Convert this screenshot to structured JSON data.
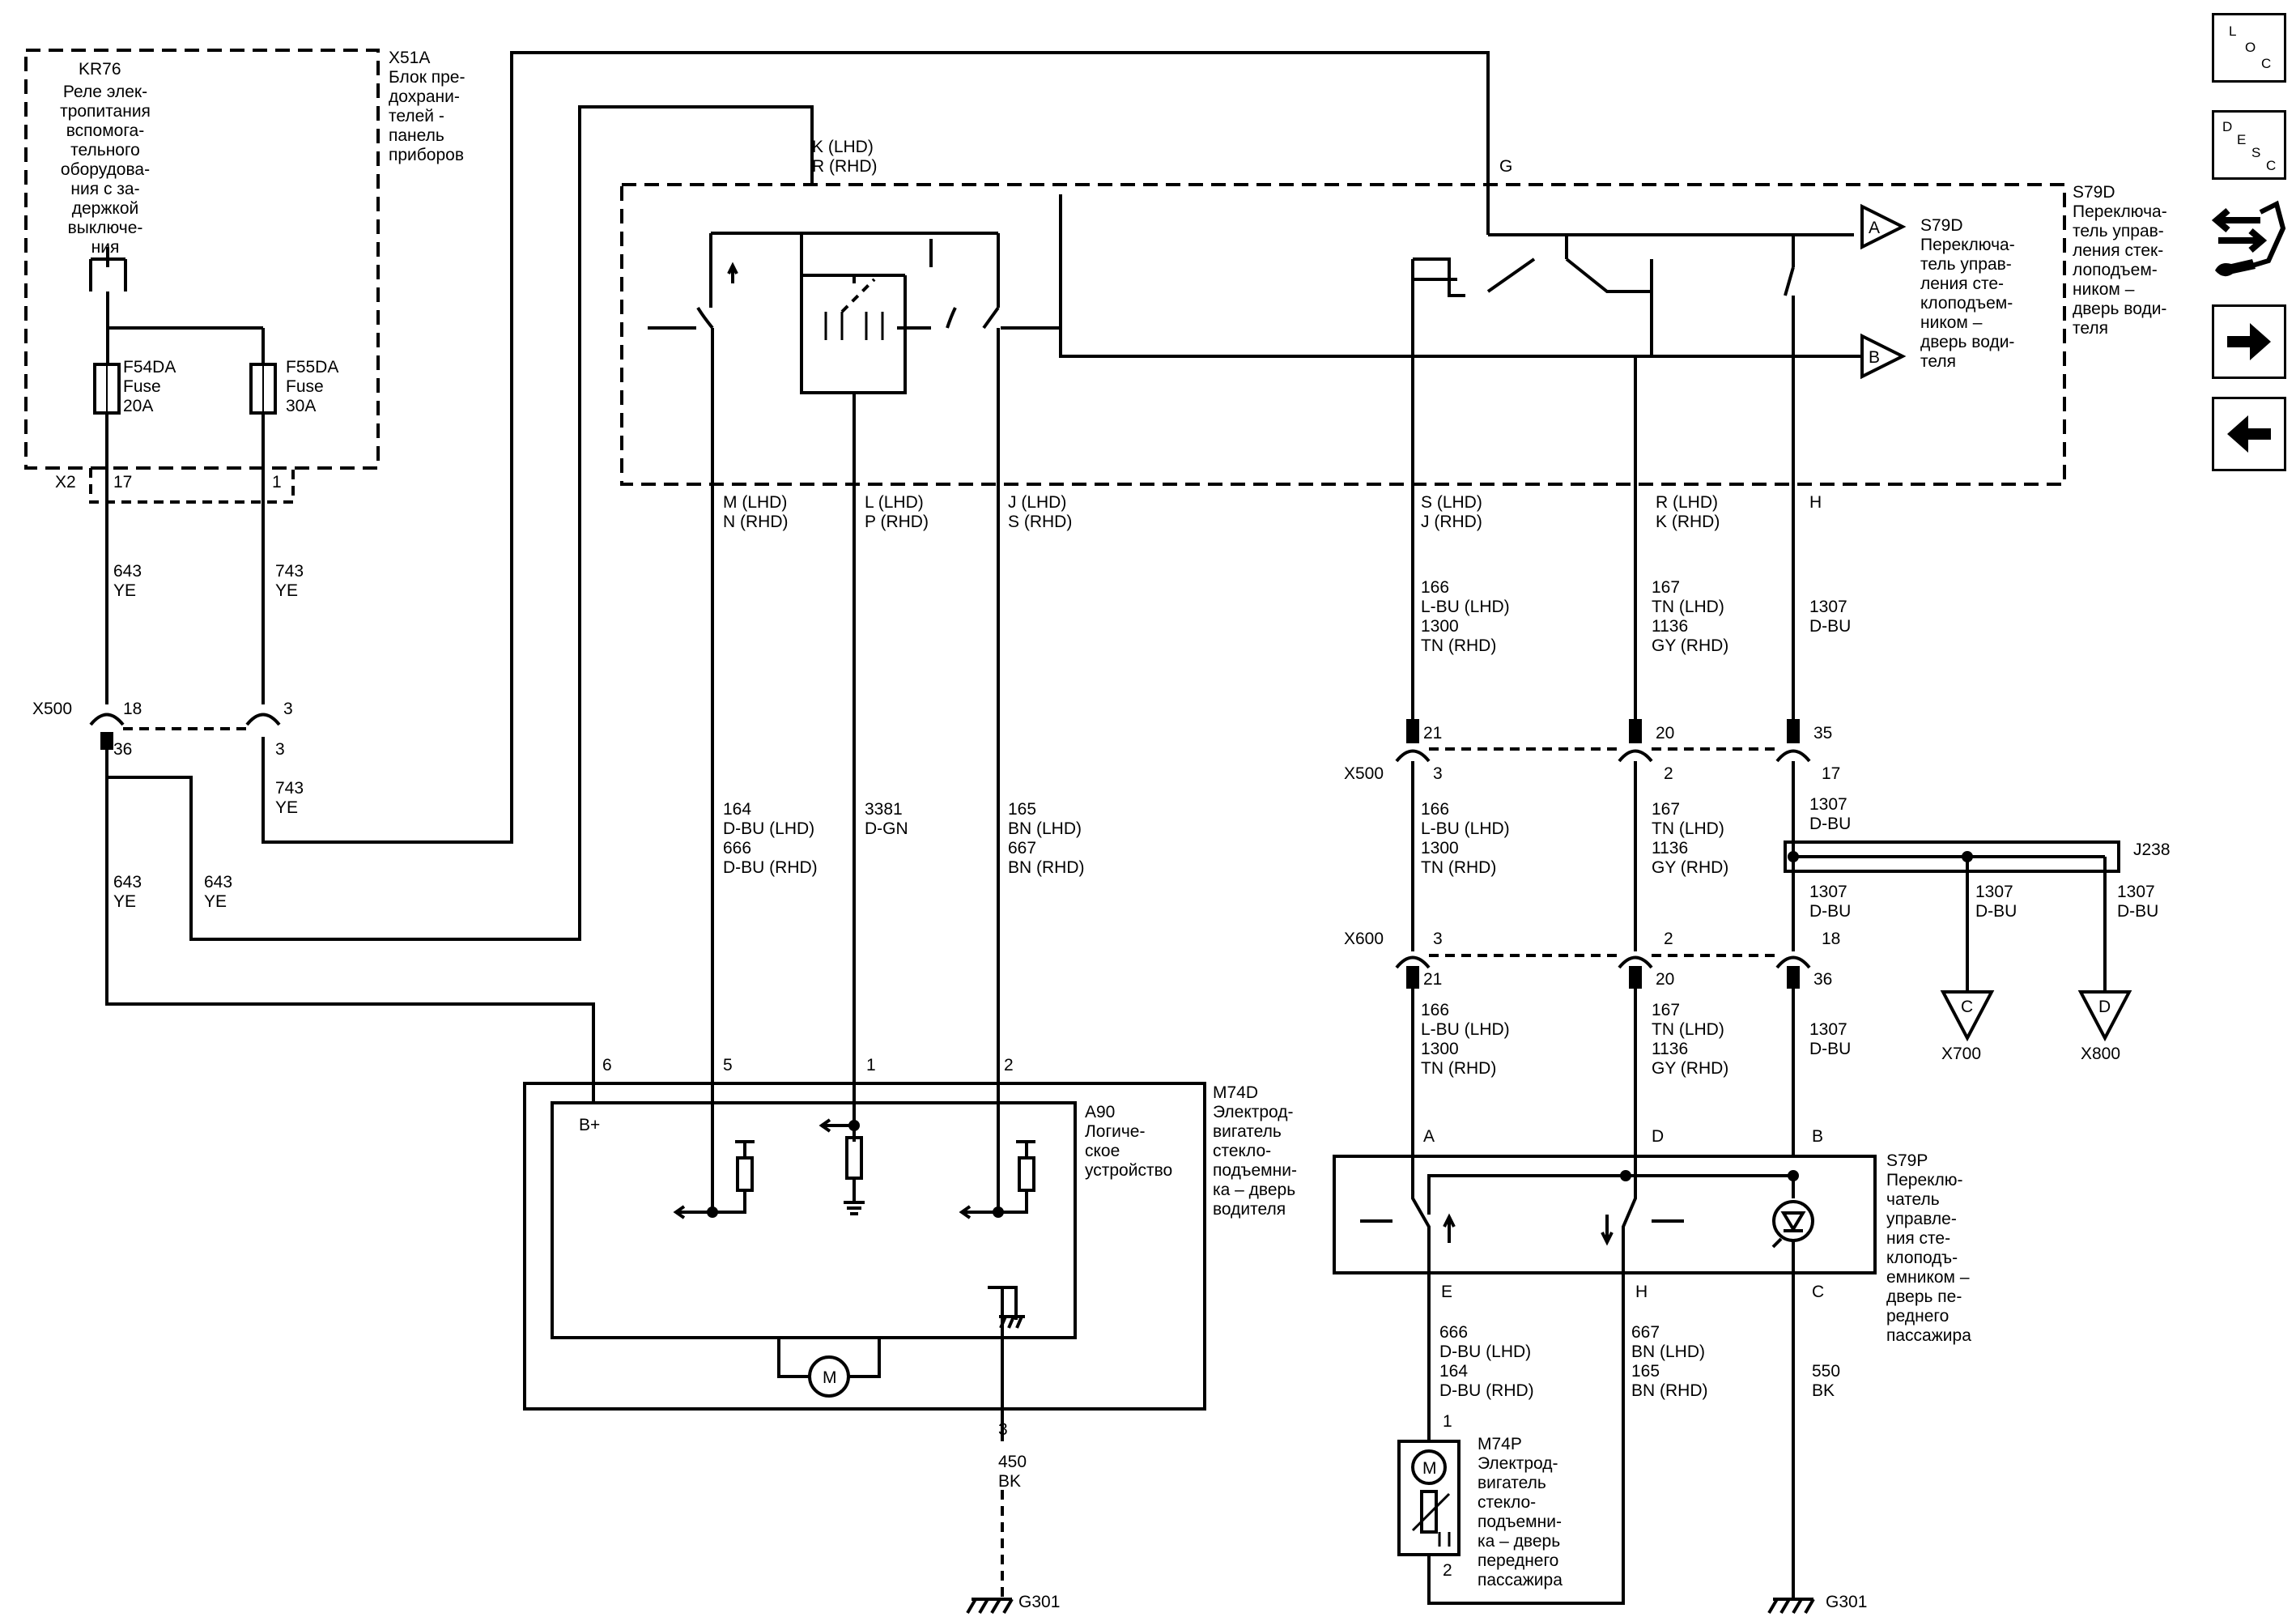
{
  "nav": {
    "loc": [
      "L",
      "O",
      "C"
    ],
    "desc": [
      "D",
      "E",
      "S",
      "C"
    ]
  },
  "relay": {
    "id": "KR76",
    "name": [
      "Реле элек-",
      "тропитания",
      "вспомога-",
      "тельного",
      "оборудова-",
      "ния с за-",
      "держкой",
      "выключе-",
      "ния"
    ]
  },
  "fuse_block": {
    "id": "X51A",
    "name": [
      "Блок пре-",
      "дохрани-",
      "телей -",
      "панель",
      "приборов"
    ]
  },
  "fuses": [
    {
      "id": "F54DA",
      "type": "Fuse",
      "rating": "20A"
    },
    {
      "id": "F55DA",
      "type": "Fuse",
      "rating": "30A"
    }
  ],
  "x2": {
    "id": "X2",
    "pins": [
      "17",
      "1"
    ]
  },
  "wires": {
    "w643": [
      "643",
      "YE"
    ],
    "w743": [
      "743",
      "YE"
    ],
    "w743b": [
      "743",
      "YE"
    ],
    "w643b": [
      "643",
      "YE"
    ],
    "w643c": [
      "643",
      "YE"
    ],
    "w164": [
      "164",
      "D-BU (LHD)",
      "666",
      "D-BU (RHD)"
    ],
    "w3381": [
      "3381",
      "D-GN"
    ],
    "w165": [
      "165",
      "BN (LHD)",
      "667",
      "BN (RHD)"
    ],
    "w166a": [
      "166",
      "L-BU (LHD)",
      "1300",
      "TN (RHD)"
    ],
    "w167a": [
      "167",
      "TN (LHD)",
      "1136",
      "GY (RHD)"
    ],
    "w1307a": [
      "1307",
      "D-BU"
    ],
    "w166b": [
      "166",
      "L-BU (LHD)",
      "1300",
      "TN (RHD)"
    ],
    "w167b": [
      "167",
      "TN (LHD)",
      "1136",
      "GY (RHD)"
    ],
    "w1307b": [
      "1307",
      "D-BU"
    ],
    "w1307c": [
      "1307",
      "D-BU"
    ],
    "w1307d": [
      "1307",
      "D-BU"
    ],
    "w1307e": [
      "1307",
      "D-BU"
    ],
    "w166c": [
      "166",
      "L-BU (LHD)",
      "1300",
      "TN (RHD)"
    ],
    "w167c": [
      "167",
      "TN (LHD)",
      "1136",
      "GY (RHD)"
    ],
    "w1307f": [
      "1307",
      "D-BU"
    ],
    "w666": [
      "666",
      "D-BU (LHD)",
      "164",
      "D-BU (RHD)"
    ],
    "w667": [
      "667",
      "BN (LHD)",
      "165",
      "BN (RHD)"
    ],
    "w550": [
      "550",
      "BK"
    ],
    "w450": [
      "450",
      "BK"
    ]
  },
  "x500": {
    "id": "X500",
    "pins_left": [
      "18",
      "36",
      "3",
      "3"
    ],
    "pins_right": [
      "21",
      "3",
      "20",
      "2",
      "35",
      "17"
    ]
  },
  "x600": {
    "id": "X600",
    "pins": [
      "3",
      "21",
      "2",
      "20",
      "18",
      "36"
    ]
  },
  "s79d": {
    "id": "S79D",
    "name": [
      "Переключа-",
      "тель управ-",
      "ления стек-",
      "лоподъем-",
      "ником –",
      "дверь води-",
      "теля"
    ],
    "inner_id": "S79D",
    "inner_name": [
      "Переключа-",
      "тель управ-",
      "ления сте-",
      "клоподъем-",
      "ником –",
      "дверь води-",
      "теля"
    ],
    "pins_top": [
      "K (LHD)",
      "R (RHD)",
      "G"
    ],
    "pins_bottom": [
      [
        "M (LHD)",
        "N (RHD)"
      ],
      [
        "L (LHD)",
        "P (RHD)"
      ],
      [
        "J (LHD)",
        "S (RHD)"
      ],
      [
        "S (LHD)",
        "J (RHD)"
      ],
      [
        "R (LHD)",
        "K (RHD)"
      ],
      [
        "H"
      ]
    ],
    "conn": [
      "A",
      "B"
    ]
  },
  "j238": {
    "id": "J238"
  },
  "offpage": [
    {
      "letter": "C",
      "id": "X700"
    },
    {
      "letter": "D",
      "id": "X800"
    }
  ],
  "m74d": {
    "id": "M74D",
    "name": [
      "Электрод-",
      "вигатель",
      "стекло-",
      "подъемни-",
      "ка – дверь",
      "водителя"
    ],
    "pins": [
      "6",
      "5",
      "1",
      "2",
      "3"
    ],
    "bplus": "B+",
    "motor": "M"
  },
  "a90": {
    "id": "A90",
    "name": [
      "Логиче-",
      "ское",
      "устройство"
    ]
  },
  "s79p": {
    "id": "S79P",
    "name": [
      "Переклю-",
      "чатель",
      "управле-",
      "ния сте-",
      "клоподъ-",
      "емником –",
      "дверь пе-",
      "реднего",
      "пассажира"
    ],
    "pins_top": [
      "A",
      "D",
      "B"
    ],
    "pins_bottom": [
      "E",
      "H",
      "C"
    ]
  },
  "m74p": {
    "id": "M74P",
    "name": [
      "Электрод-",
      "вигатель",
      "стекло-",
      "подъемни-",
      "ка – дверь",
      "переднего",
      "пассажира"
    ],
    "pins": [
      "1",
      "2"
    ],
    "motor": "M"
  },
  "grounds": [
    "G301",
    "G301"
  ]
}
